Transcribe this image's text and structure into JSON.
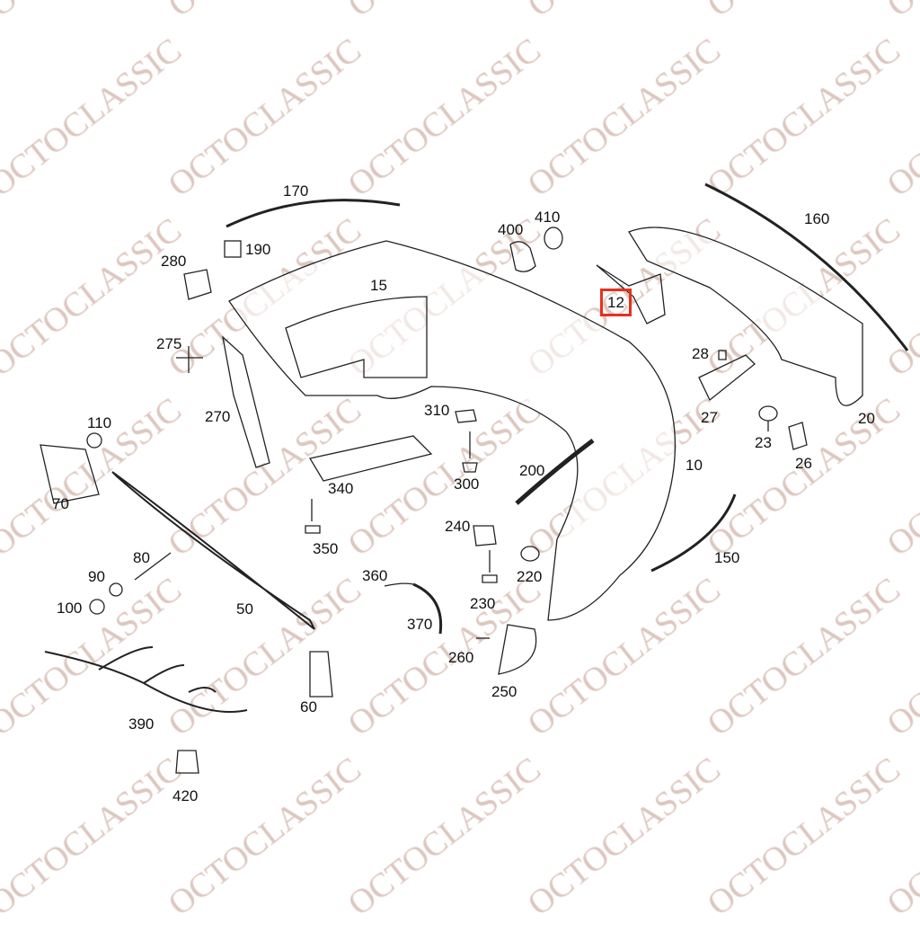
{
  "watermark": "OCTOCLASSIC",
  "highlight_color": "#e8301c",
  "highlighted_part": "12",
  "part_labels": [
    "170",
    "190",
    "280",
    "15",
    "400",
    "410",
    "12",
    "160",
    "275",
    "28",
    "270",
    "310",
    "27",
    "20",
    "110",
    "23",
    "26",
    "10",
    "300",
    "200",
    "340",
    "70",
    "350",
    "240",
    "150",
    "80",
    "220",
    "90",
    "360",
    "100",
    "50",
    "230",
    "370",
    "260",
    "250",
    "60",
    "390",
    "420"
  ]
}
